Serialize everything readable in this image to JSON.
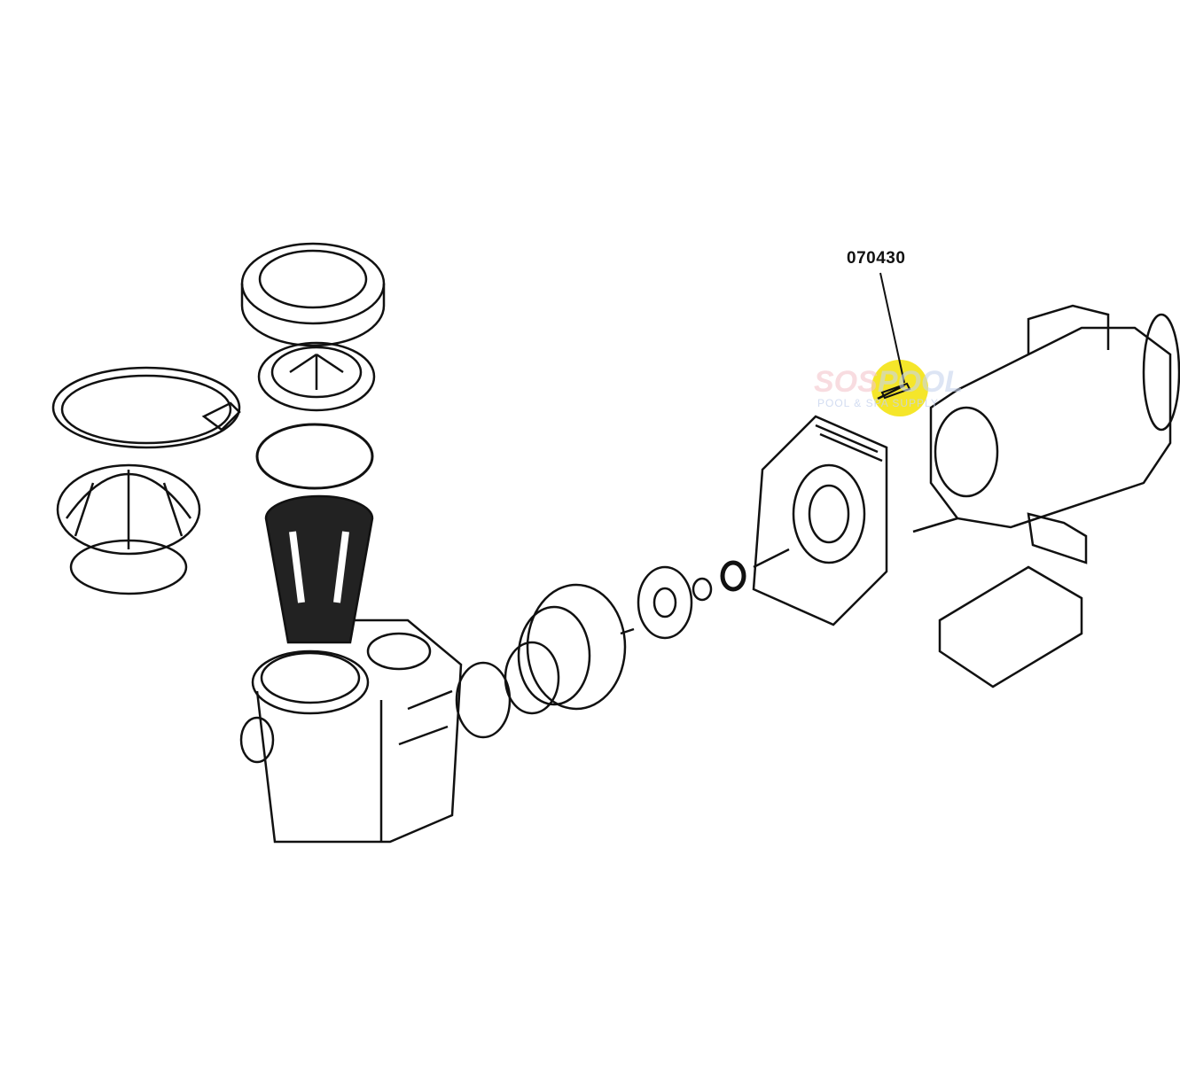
{
  "diagram": {
    "callout": {
      "part_number": "070430",
      "highlight_color": "#f5e62a"
    },
    "watermark": {
      "brand_a": "SOS",
      "brand_b": "POOL",
      "tagline": "POOL & SPA SUPPLY"
    },
    "line_color": "#111111"
  }
}
